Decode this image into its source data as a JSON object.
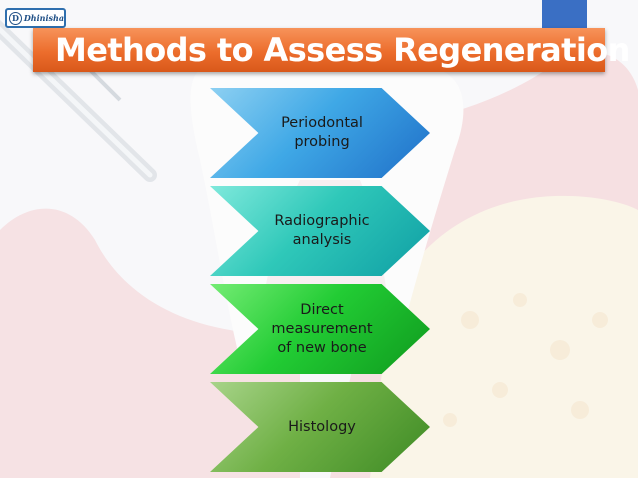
{
  "logo": {
    "mark": "D",
    "text": "Dhinisha"
  },
  "title": "Methods to Assess  Regeneration",
  "steps": [
    {
      "label": "Periodontal\nprobing"
    },
    {
      "label": "Radiographic\nanalysis"
    },
    {
      "label": "Direct\nmeasurement\nof new bone"
    },
    {
      "label": "Histology"
    }
  ],
  "colors": {
    "title_bar": "#ec6d2c",
    "accent_blue": "#3a6fc4",
    "step1": "#3fa8e6",
    "step2": "#2fc8b9",
    "step3": "#22cc34",
    "step4": "#6fb045"
  },
  "icons": [
    "dental-probe-icon",
    "tooth-cross-section-illustration"
  ]
}
